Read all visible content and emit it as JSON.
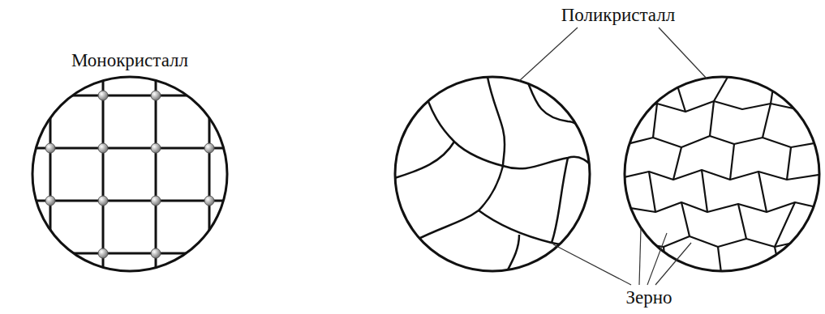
{
  "diagram": {
    "labels": [
      "Монокристалл",
      "Поликристалл",
      "Зерно"
    ]
  }
}
